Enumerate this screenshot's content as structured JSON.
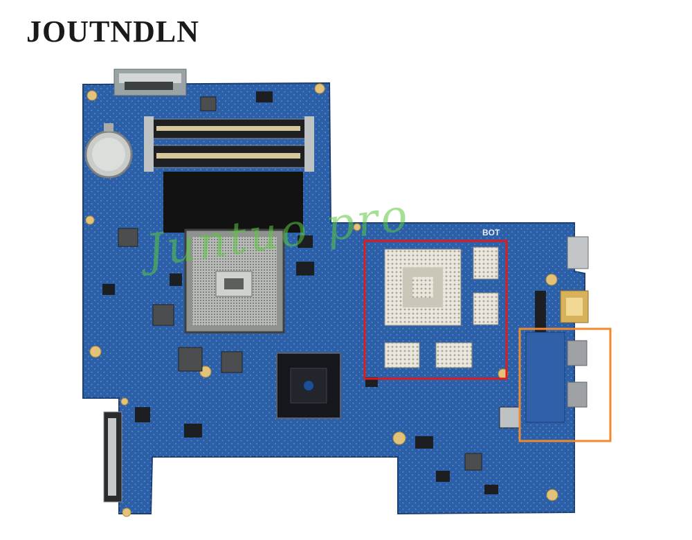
{
  "brand": {
    "name": "JOUTNDLN"
  },
  "board": {
    "silkscreen_label": "BOT",
    "watermark_text": "Juntuo pro",
    "colors": {
      "pcb": "#2b5fa8",
      "pcb_dark": "#1f4a86",
      "gold": "#d8b25a",
      "highlight_red": "#e01b1b",
      "highlight_orange": "#f08a2c",
      "watermark": "#5ac83c"
    },
    "highlights": [
      {
        "name": "gpu-area",
        "color": "red"
      },
      {
        "name": "ports-area",
        "color": "orange"
      }
    ]
  }
}
